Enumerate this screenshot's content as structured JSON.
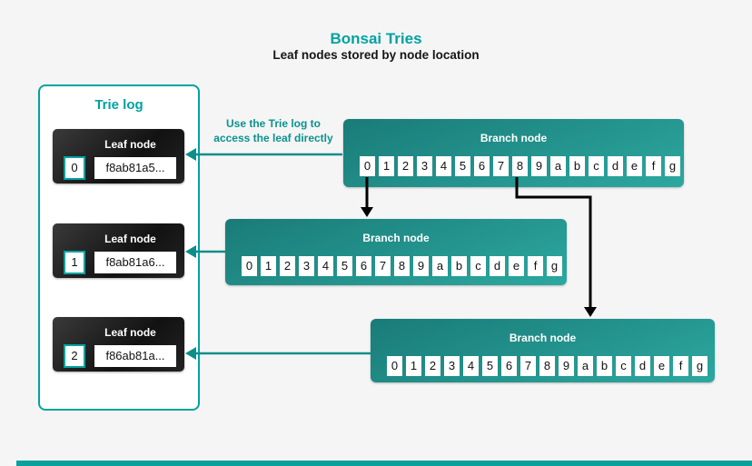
{
  "colors": {
    "teal_accent": "#00a2a0",
    "arrow_teal": "#0e8e89",
    "arrow_black": "#000000",
    "branch_gradient_dark": "#1a7b78",
    "branch_gradient_light": "#2ca89f",
    "leaf_card_dark": "#121212",
    "background": "#f5f5f6"
  },
  "header": {
    "title": "Bonsai Tries",
    "subtitle": "Leaf nodes stored by node location"
  },
  "trie_log": {
    "title": "Trie log",
    "leaves": [
      {
        "label": "Leaf node",
        "index": "0",
        "hash": "f8ab81a5..."
      },
      {
        "label": "Leaf node",
        "index": "1",
        "hash": "f8ab81a6..."
      },
      {
        "label": "Leaf node",
        "index": "2",
        "hash": "f86ab81a..."
      }
    ]
  },
  "annotation": {
    "line1": "Use the Trie log to",
    "line2": "access the leaf directly"
  },
  "branches": [
    {
      "label": "Branch node",
      "cells": [
        "0",
        "1",
        "2",
        "3",
        "4",
        "5",
        "6",
        "7",
        "8",
        "9",
        "a",
        "b",
        "c",
        "d",
        "e",
        "f",
        "g"
      ]
    },
    {
      "label": "Branch node",
      "cells": [
        "0",
        "1",
        "2",
        "3",
        "4",
        "5",
        "6",
        "7",
        "8",
        "9",
        "a",
        "b",
        "c",
        "d",
        "e",
        "f",
        "g"
      ]
    },
    {
      "label": "Branch node",
      "cells": [
        "0",
        "1",
        "2",
        "3",
        "4",
        "5",
        "6",
        "7",
        "8",
        "9",
        "a",
        "b",
        "c",
        "d",
        "e",
        "f",
        "g"
      ]
    }
  ]
}
